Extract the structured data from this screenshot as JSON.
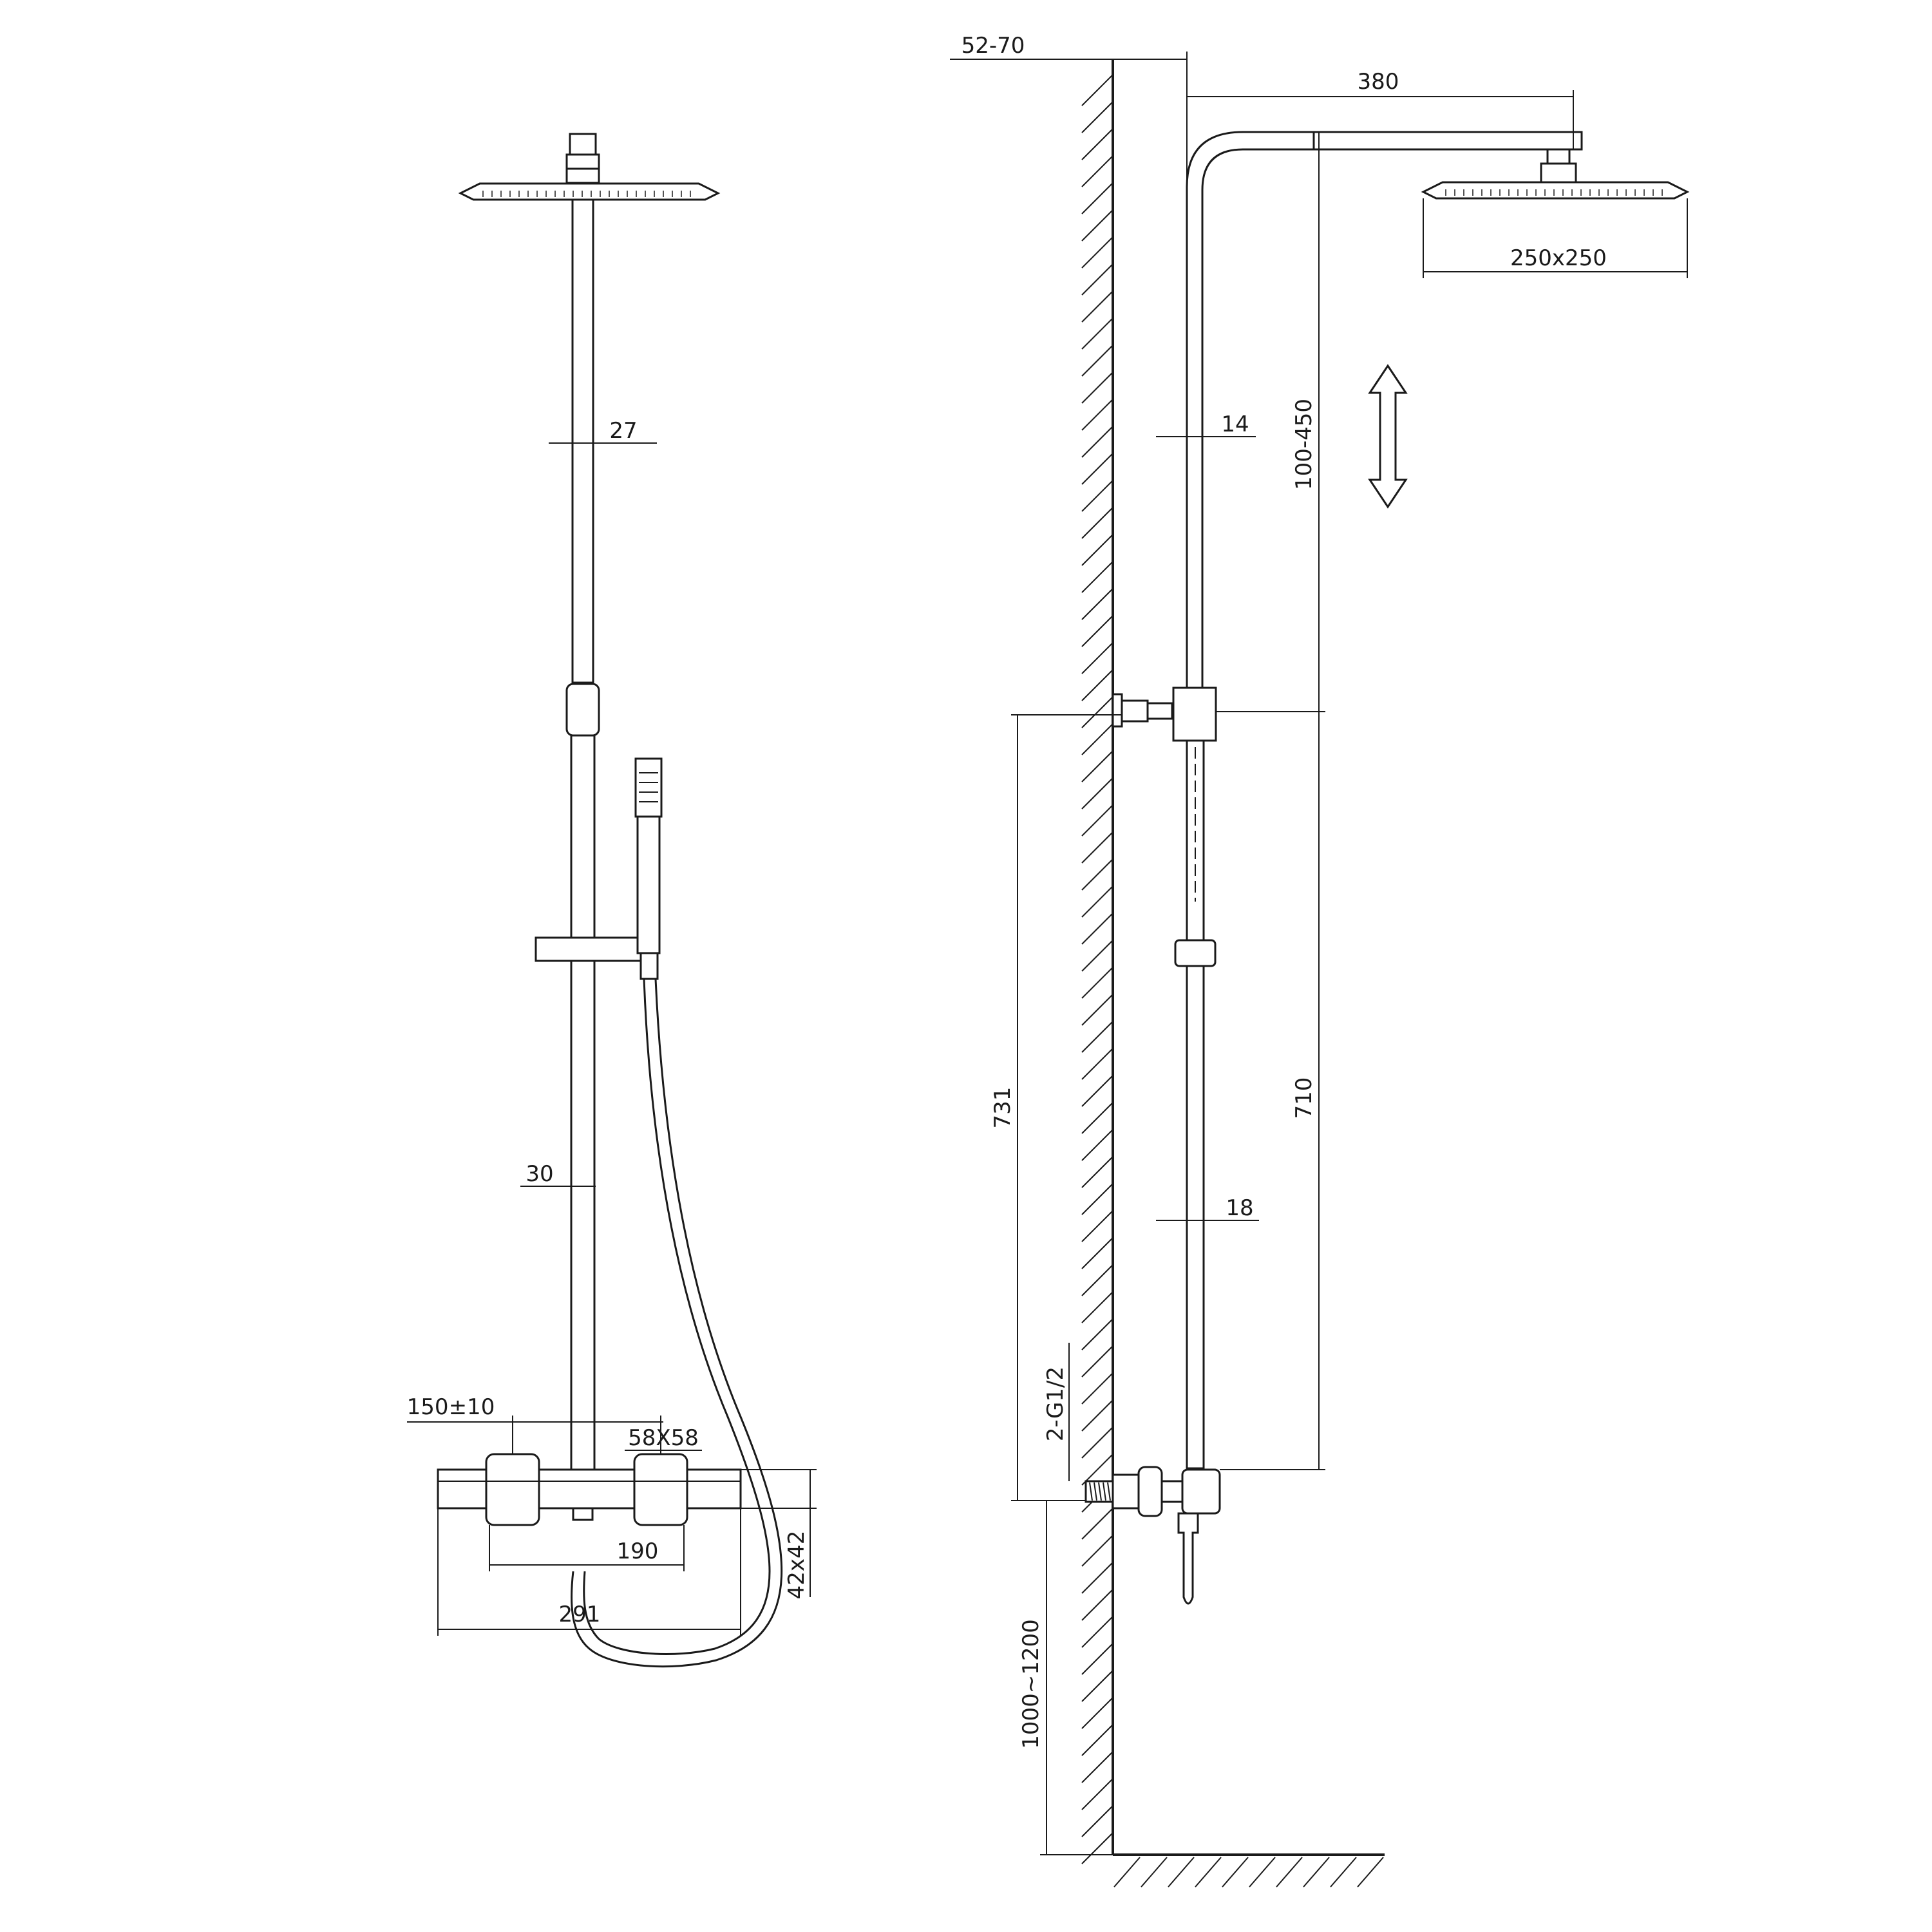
{
  "dimensions": {
    "wall_offset": "52-70",
    "arm_length": "380",
    "shower_head": "250x250",
    "upper_riser_width": "27",
    "riser_adjust": "100-450",
    "upper_pipe_diameter": "14",
    "bracket_height": "731",
    "riser_length": "710",
    "lower_pipe_diameter": "18",
    "inlet_thread": "2-G1/2",
    "install_height": "1000~1200",
    "lower_riser_width": "30",
    "inlet_spacing": "150±10",
    "handle_size": "58X58",
    "body_inner": "190",
    "body_width": "291",
    "body_section": "42x42"
  },
  "icons": {
    "adjust_arrow": "double-vertical-arrow-icon"
  }
}
